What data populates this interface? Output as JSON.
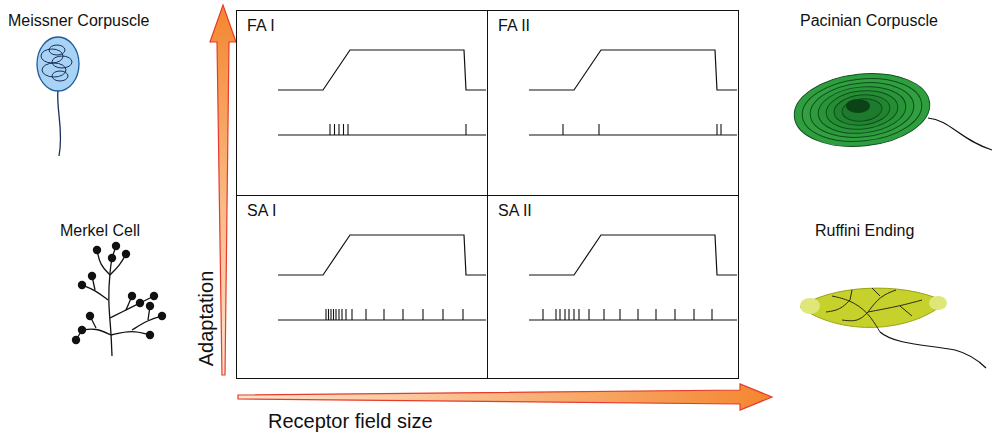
{
  "diagram": {
    "nodes": [
      {
        "text": [
          "FA I"
        ]
      },
      {
        "text": [
          "FA II"
        ]
      },
      {
        "text": [
          "SA I"
        ]
      },
      {
        "text": [
          "SA II"
        ]
      }
    ],
    "labels": [
      "Meissner Corpuscle",
      "Pacinian Corpuscle",
      "Merkel Cell",
      "Ruffini Ending",
      "Adaptation",
      "Receptor field size"
    ]
  }
}
